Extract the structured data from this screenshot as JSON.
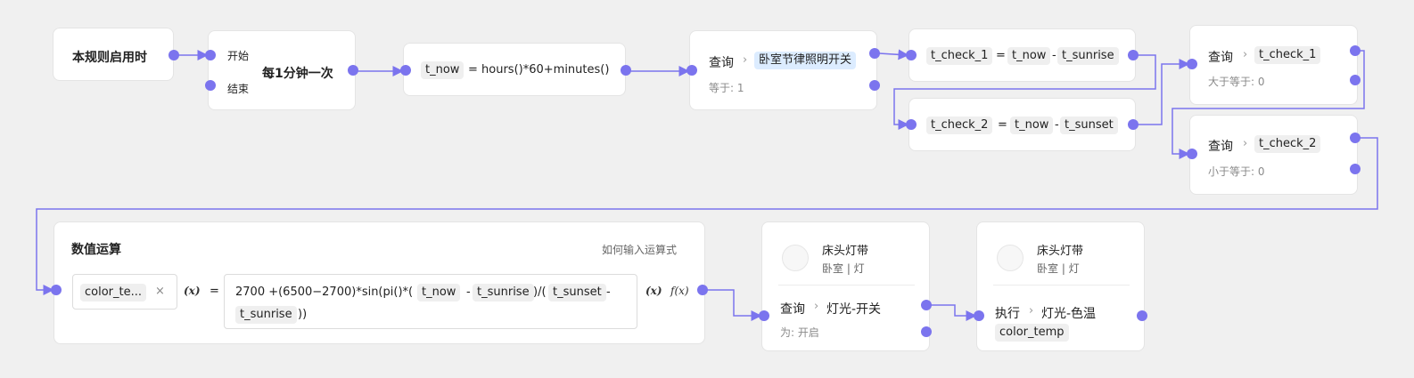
{
  "trigger": {
    "label": "本规则启用时"
  },
  "timer": {
    "start": "开始",
    "end": "结束",
    "title": "每1分钟一次"
  },
  "assign_now": {
    "var": "t_now",
    "expr": "= hours()*60+minutes()"
  },
  "query_switch": {
    "action": "查询",
    "target": "卧室节律照明开关",
    "condition": "等于: 1"
  },
  "check1": {
    "var": "t_check_1",
    "eq": "=",
    "a": "t_now",
    "minus": "-",
    "b": "t_sunrise"
  },
  "check2": {
    "var": "t_check_2",
    "eq": "=",
    "a": "t_now",
    "minus": "-",
    "b": "t_sunset"
  },
  "query_check1": {
    "action": "查询",
    "target": "t_check_1",
    "condition": "大于等于: 0"
  },
  "query_check2": {
    "action": "查询",
    "target": "t_check_2",
    "condition": "小于等于: 0"
  },
  "calc": {
    "title": "数值运算",
    "help": "如何输入运算式",
    "var": "color_te...",
    "remove": "×",
    "x_left": "(x)",
    "eq": "=",
    "expr": {
      "p1": "2700 +(6500−2700)*sin(pi()*(",
      "v1": "t_now",
      "m1": "-",
      "v2": "t_sunrise",
      "p2": ")/(",
      "v3": "t_sunset",
      "m2": "-",
      "v4": "t_sunrise",
      "p3": "))"
    },
    "x_right": "(x)",
    "fx": "f(x)"
  },
  "device1": {
    "name": "床头灯带",
    "location": "卧室 | 灯",
    "action": "查询",
    "target": "灯光-开关",
    "condition": "为: 开启"
  },
  "device2": {
    "name": "床头灯带",
    "location": "卧室 | 灯",
    "action": "执行",
    "target": "灯光-色温",
    "value": "color_temp"
  },
  "chevron": "›",
  "colors": {
    "accent": "#7b74ee",
    "chip_blue": "#dcecff"
  }
}
